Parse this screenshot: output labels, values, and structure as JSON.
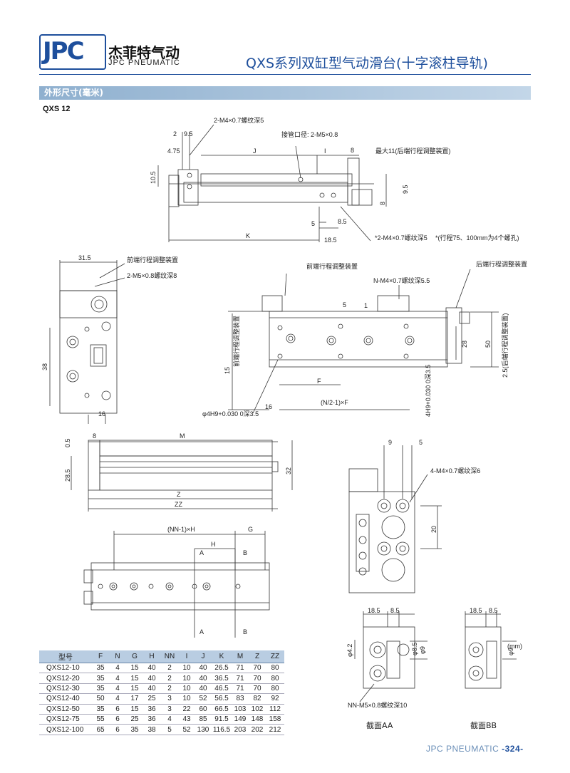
{
  "header": {
    "logo_text": "JPC",
    "brand_cn": "杰菲特气动",
    "brand_en": "JPC PNEUMATIC",
    "title": "QXS系列双缸型气动滑台(十字滚柱导轨)"
  },
  "section": {
    "label": "外形尺寸(毫米)",
    "model": "QXS 12"
  },
  "annotations": {
    "thread_top": "2-M4×0.7螺纹深5",
    "port": "接管口径: 2-M5×0.8",
    "max11": "最大11(后端行程调整装置)",
    "thread_bottom": "*2-M4×0.7螺纹深5",
    "note_75_100": "*(行程75、100mm为4个螺孔)",
    "front_adjust_1": "前端行程调整装置",
    "thread_m5": "2-M5×0.8螺纹深8",
    "front_adjust_2": "前端行程调整装置",
    "n_thread": "N-M4×0.7螺纹深5.5",
    "rear_adjust": "后端行程调整装置",
    "front_adjust_v": "前端行程调整装置",
    "rear_adjust_v": "2.5(后端行程调整装置)",
    "hole_4h9_a": "φ4H9+0.030 0深3.5",
    "hole_4h9_b": "4H9+0.030 0深3.5",
    "nf": "(N/2-1)×F",
    "thread_4m4": "4-M4×0.7螺纹深6",
    "nn_h": "(NN-1)×H",
    "nn_m5": "NN-M5×0.8螺纹深10",
    "section_aa": "截面AA",
    "section_bb": "截面BB"
  },
  "dims": {
    "d2": "2",
    "d9_5": "9.5",
    "d4_75": "4.75",
    "dJ": "J",
    "dI": "I",
    "d8": "8",
    "d10_5": "10.5",
    "d9_5b": "9.5",
    "d8b": "8",
    "d5": "5",
    "d8_5": "8.5",
    "dK": "K",
    "d18_5": "18.5",
    "d31_5": "31.5",
    "d38": "38",
    "d16": "16",
    "d15": "15",
    "d5b": "5",
    "d1": "1",
    "d28": "28",
    "d50": "50",
    "dF": "F",
    "d16b": "16",
    "d8c": "8",
    "dM": "M",
    "d0_5": "0.5",
    "d28_5": "28.5",
    "d32": "32",
    "dZ": "Z",
    "dZZ": "ZZ",
    "d9": "9",
    "d5c": "5",
    "d20": "20",
    "dH": "H",
    "dG": "G",
    "dA": "A",
    "dB": "B",
    "d18_5b": "18.5",
    "d8_5b": "8.5",
    "d4_2": "φ4.2",
    "d8_5c": "φ8.5",
    "d9b": "φ9",
    "d18_5c": "18.5",
    "d8_5d": "8.5",
    "d9c": "φ9"
  },
  "table": {
    "unit": "(mm)",
    "headers": [
      "型号",
      "F",
      "N",
      "G",
      "H",
      "NN",
      "I",
      "J",
      "K",
      "M",
      "Z",
      "ZZ"
    ],
    "rows": [
      [
        "QXS12-10",
        "35",
        "4",
        "15",
        "40",
        "2",
        "10",
        "40",
        "26.5",
        "71",
        "70",
        "80"
      ],
      [
        "QXS12-20",
        "35",
        "4",
        "15",
        "40",
        "2",
        "10",
        "40",
        "36.5",
        "71",
        "70",
        "80"
      ],
      [
        "QXS12-30",
        "35",
        "4",
        "15",
        "40",
        "2",
        "10",
        "40",
        "46.5",
        "71",
        "70",
        "80"
      ],
      [
        "QXS12-40",
        "50",
        "4",
        "17",
        "25",
        "3",
        "10",
        "52",
        "56.5",
        "83",
        "82",
        "92"
      ],
      [
        "QXS12-50",
        "35",
        "6",
        "15",
        "36",
        "3",
        "22",
        "60",
        "66.5",
        "103",
        "102",
        "112"
      ],
      [
        "QXS12-75",
        "55",
        "6",
        "25",
        "36",
        "4",
        "43",
        "85",
        "91.5",
        "149",
        "148",
        "158"
      ],
      [
        "QXS12-100",
        "65",
        "6",
        "35",
        "38",
        "5",
        "52",
        "130",
        "116.5",
        "203",
        "202",
        "212"
      ]
    ]
  },
  "footer": {
    "brand": "JPC PNEUMATIC",
    "page": "-324-"
  },
  "colors": {
    "brand_blue": "#1e4f9c",
    "section_bar": "#8fb0cf",
    "table_header": "#b9cde2"
  }
}
